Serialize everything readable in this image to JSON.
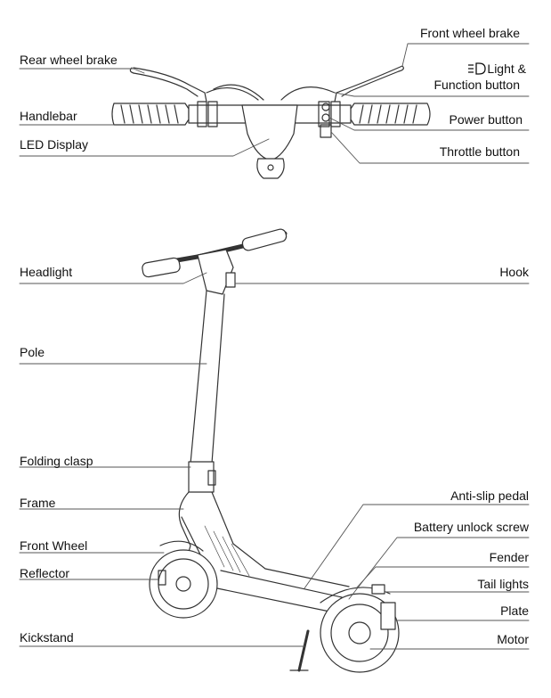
{
  "top_view": {
    "labels": {
      "rear_wheel_brake": "Rear wheel brake",
      "handlebar": "Handlebar",
      "led_display": "LED Display",
      "front_wheel_brake": "Front wheel brake",
      "light_function_line1": "Light &",
      "light_function_line2": "Function button",
      "power_button": "Power button",
      "throttle_button": "Throttle button"
    },
    "light_icon": "headlight-icon"
  },
  "side_view": {
    "labels": {
      "headlight": "Headlight",
      "hook": "Hook",
      "pole": "Pole",
      "folding_clasp": "Folding clasp",
      "frame": "Frame",
      "front_wheel": "Front Wheel",
      "reflector": "Reflector",
      "kickstand": "Kickstand",
      "anti_slip_pedal": "Anti-slip pedal",
      "battery_unlock_screw": "Battery unlock screw",
      "fender": "Fender",
      "tail_lights": "Tail lights",
      "plate": "Plate",
      "motor": "Motor"
    }
  },
  "colors": {
    "line": "#333333",
    "text": "#111111"
  }
}
